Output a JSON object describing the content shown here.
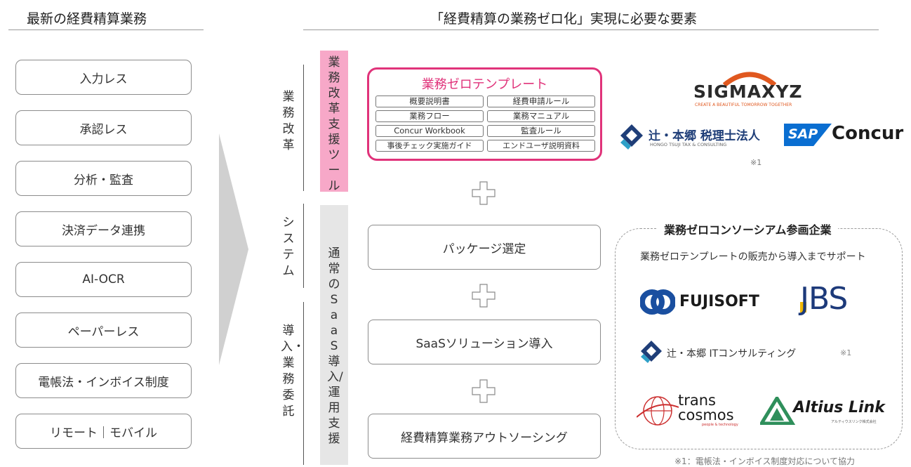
{
  "left_panel": {
    "heading": "最新の経費精算業務",
    "items": [
      "入力レス",
      "承認レス",
      "分析・監査",
      "決済データ連携",
      "AI-OCR",
      "ペーパーレス",
      "電帳法・インボイス制度",
      "リモート｜モバイル"
    ]
  },
  "right_panel": {
    "heading": "「経費精算の業務ゼロ化」実現に必要な要素"
  },
  "categories": {
    "business_reform": "業務改革",
    "system": "システム",
    "implementation": "導入・業務委託"
  },
  "bars": {
    "reform_tool": "業務改革支援ツール",
    "saas_support": "通常のSaaS導入/運用支援"
  },
  "template": {
    "title": "業務ゼロテンプレート",
    "cells": [
      "概要説明書",
      "経費申請ルール",
      "業務フロー",
      "業務マニュアル",
      "Concur Workbook",
      "監査ルール",
      "事後チェック実施ガイド",
      "エンドユーザ説明資料"
    ]
  },
  "steps": [
    "パッケージ選定",
    "SaaSソリューション導入",
    "経費精算業務アウトソーシング"
  ],
  "partners_top": {
    "sigmaxyz": "SIGMAXYZ",
    "sigmaxyz_tagline": "CREATE A BEAUTIFUL TOMORROW TOGETHER",
    "hongo_name": "辻・本郷 税理士法人",
    "hongo_sub": "HONGO TSUJI TAX & CONSULTING",
    "sap": "SAP",
    "concur": "Concur",
    "note": "※1"
  },
  "consortium": {
    "title": "業務ゼロコンソーシアム参画企業",
    "subtitle": "業務ゼロテンプレートの販売から導入までサポート",
    "fujisoft": "FUJISOFT",
    "jbs": "JBS",
    "hongo_it": "辻・本郷 ITコンサルティング",
    "hongo_it_note": "※1",
    "transcosmos_1": "trans",
    "transcosmos_2": "cosmos",
    "transcosmos_tag": "people & technology",
    "altius": "Altius Link",
    "altius_sub": "アルティウスリンク株式会社"
  },
  "footnote": "※1：電帳法・インボイス制度対応について協力",
  "colors": {
    "pink": "#e0337a",
    "pink_fill": "#f7a8c8",
    "gray_fill": "#e6e6e6",
    "fujisoft_blue": "#1a4fa0",
    "concur_blue": "#0a6ed1",
    "jbs_yellow": "#f2b800",
    "altius_green": "#2f8f5b",
    "sigmaxyz_orange": "#e0581f"
  }
}
